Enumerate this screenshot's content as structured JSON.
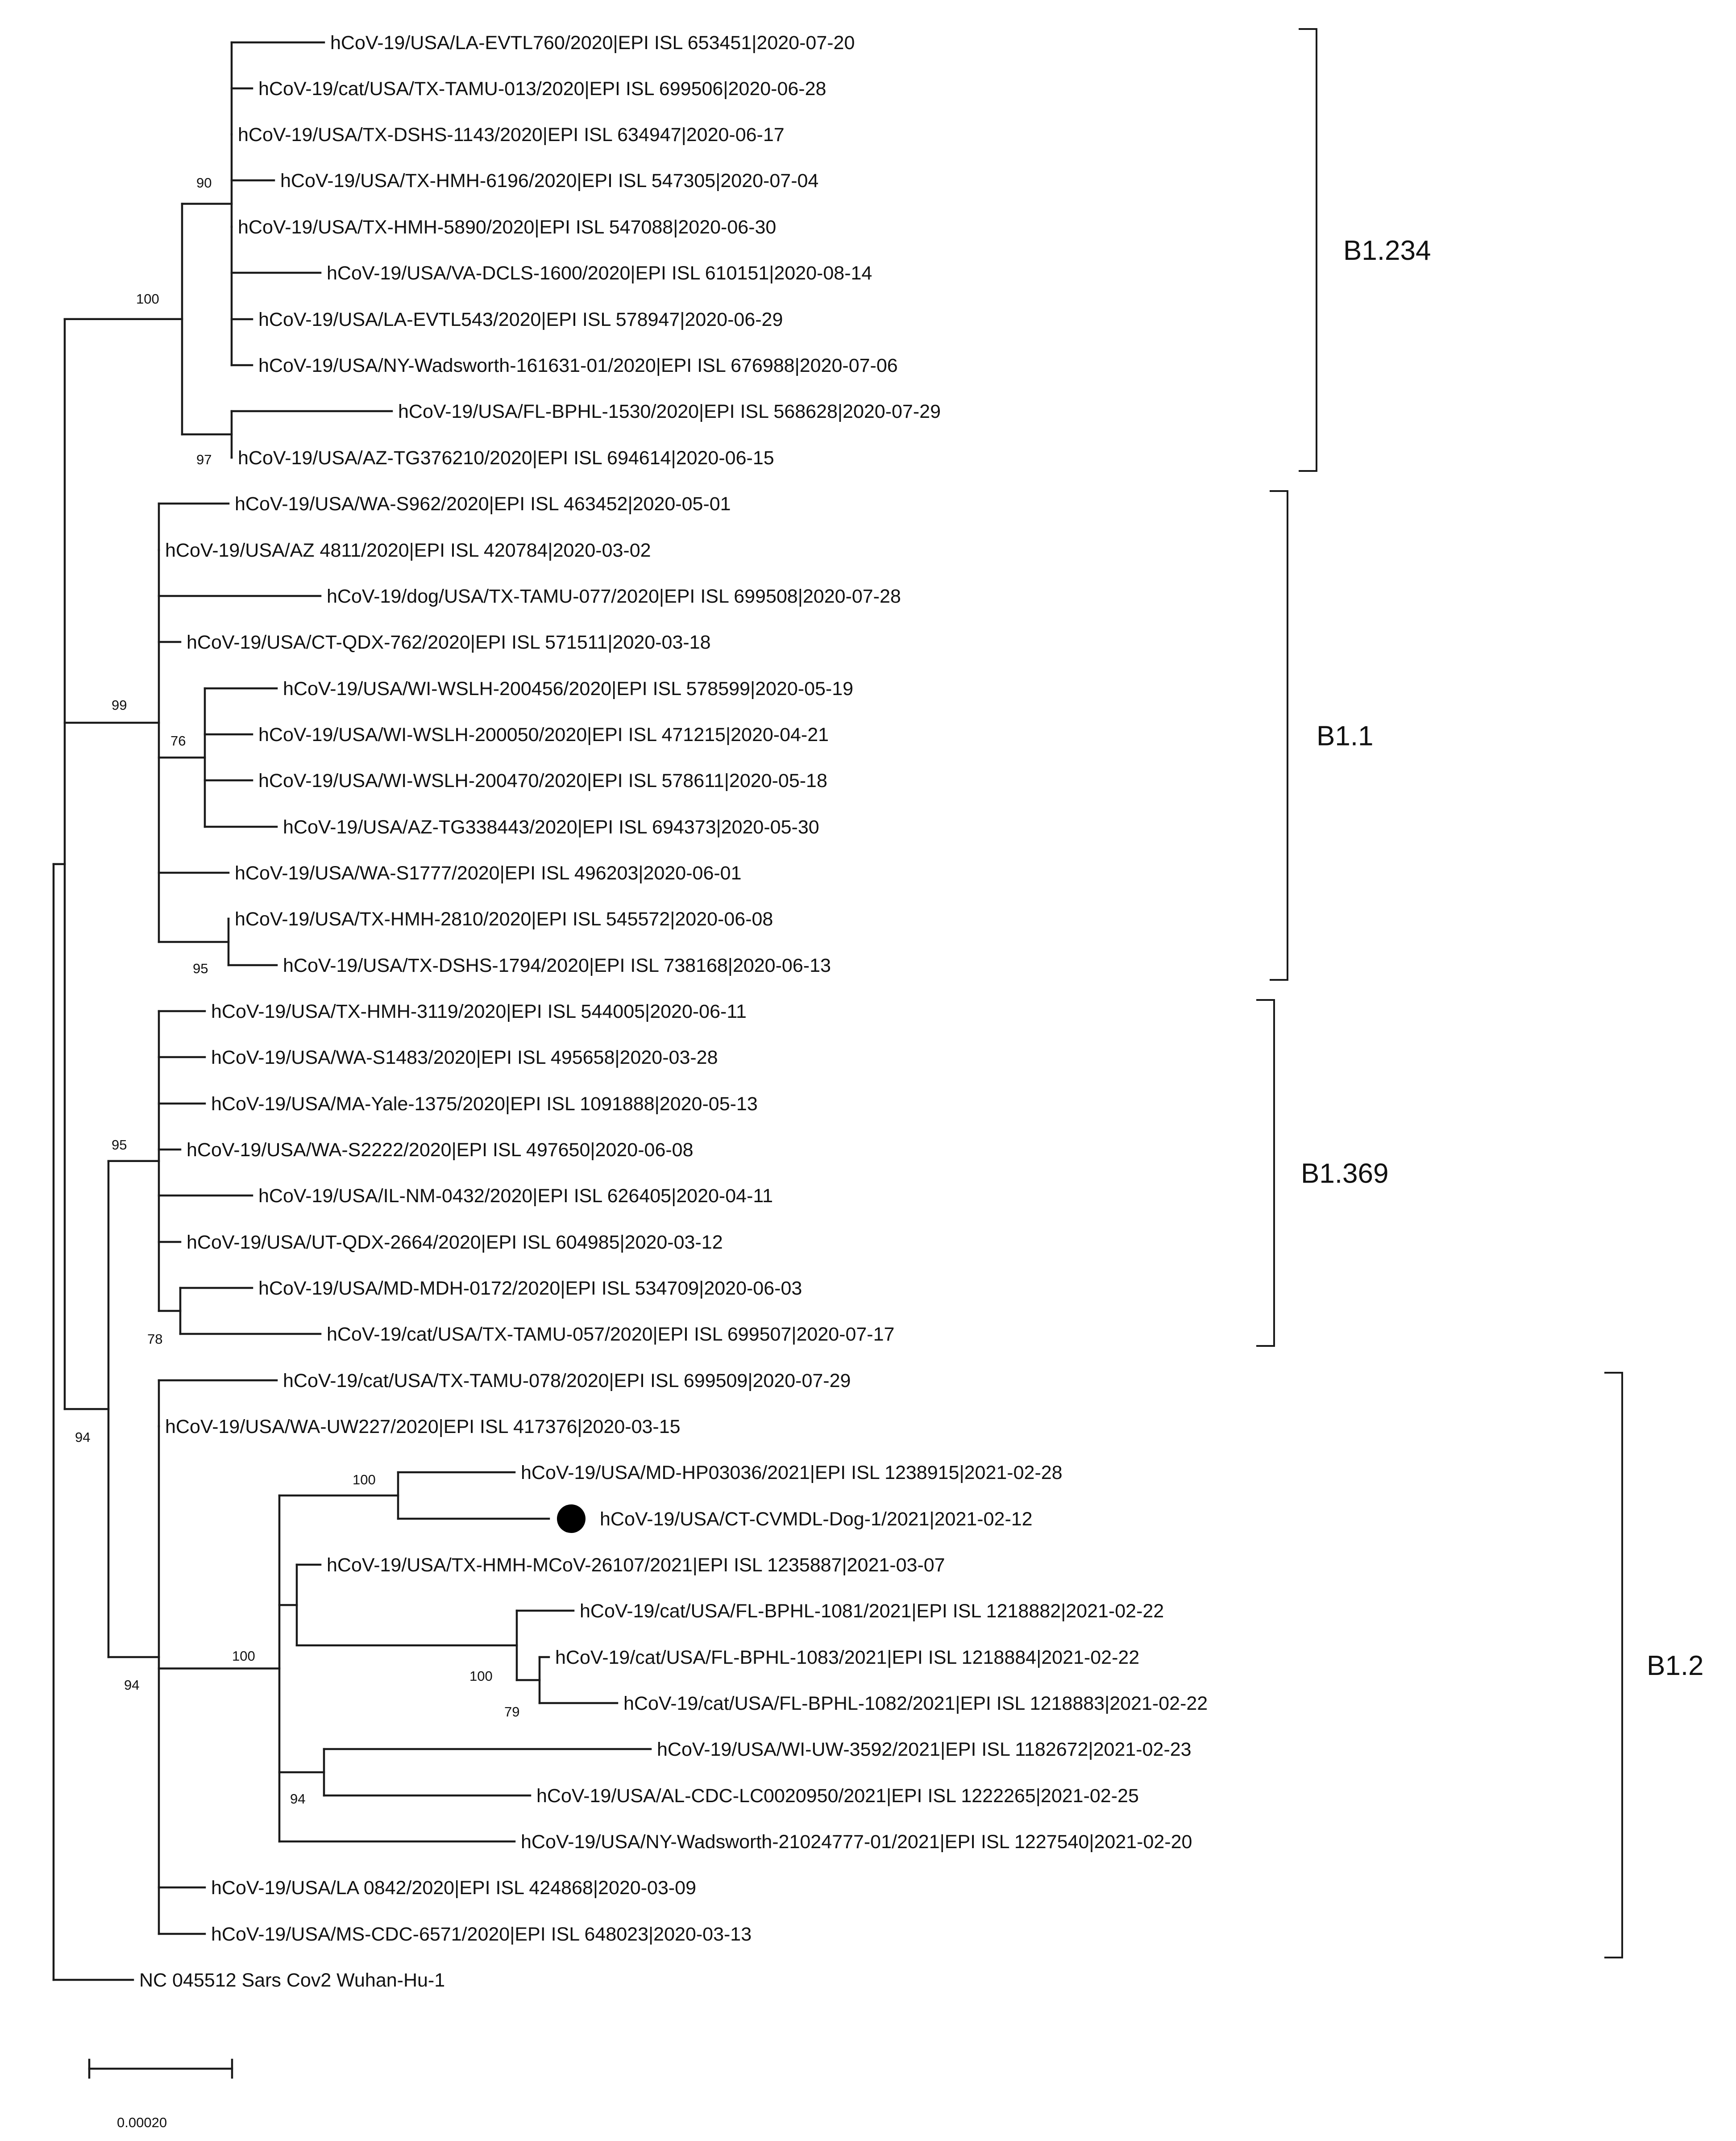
{
  "leaves": [
    {
      "id": "L1",
      "label": "hCoV-19/USA/LA-EVTL760/2020|EPI ISL 653451|2020-07-20"
    },
    {
      "id": "L2",
      "label": "hCoV-19/cat/USA/TX-TAMU-013/2020|EPI ISL 699506|2020-06-28"
    },
    {
      "id": "L3",
      "label": "hCoV-19/USA/TX-DSHS-1143/2020|EPI ISL 634947|2020-06-17"
    },
    {
      "id": "L4",
      "label": "hCoV-19/USA/TX-HMH-6196/2020|EPI ISL 547305|2020-07-04"
    },
    {
      "id": "L5",
      "label": "hCoV-19/USA/TX-HMH-5890/2020|EPI ISL 547088|2020-06-30"
    },
    {
      "id": "L6",
      "label": "hCoV-19/USA/VA-DCLS-1600/2020|EPI ISL 610151|2020-08-14"
    },
    {
      "id": "L7",
      "label": "hCoV-19/USA/LA-EVTL543/2020|EPI ISL 578947|2020-06-29"
    },
    {
      "id": "L8",
      "label": "hCoV-19/USA/NY-Wadsworth-161631-01/2020|EPI ISL 676988|2020-07-06"
    },
    {
      "id": "L9",
      "label": "hCoV-19/USA/FL-BPHL-1530/2020|EPI ISL 568628|2020-07-29"
    },
    {
      "id": "L10",
      "label": "hCoV-19/USA/AZ-TG376210/2020|EPI ISL 694614|2020-06-15"
    },
    {
      "id": "L11",
      "label": "hCoV-19/USA/WA-S962/2020|EPI ISL 463452|2020-05-01"
    },
    {
      "id": "L12",
      "label": "hCoV-19/USA/AZ 4811/2020|EPI ISL 420784|2020-03-02"
    },
    {
      "id": "L13",
      "label": "hCoV-19/dog/USA/TX-TAMU-077/2020|EPI ISL 699508|2020-07-28"
    },
    {
      "id": "L14",
      "label": "hCoV-19/USA/CT-QDX-762/2020|EPI ISL 571511|2020-03-18"
    },
    {
      "id": "L15",
      "label": "hCoV-19/USA/WI-WSLH-200456/2020|EPI ISL 578599|2020-05-19"
    },
    {
      "id": "L16",
      "label": "hCoV-19/USA/WI-WSLH-200050/2020|EPI ISL 471215|2020-04-21"
    },
    {
      "id": "L17",
      "label": "hCoV-19/USA/WI-WSLH-200470/2020|EPI ISL 578611|2020-05-18"
    },
    {
      "id": "L18",
      "label": "hCoV-19/USA/AZ-TG338443/2020|EPI ISL 694373|2020-05-30"
    },
    {
      "id": "L19",
      "label": "hCoV-19/USA/WA-S1777/2020|EPI ISL 496203|2020-06-01"
    },
    {
      "id": "L20",
      "label": "hCoV-19/USA/TX-HMH-2810/2020|EPI ISL 545572|2020-06-08"
    },
    {
      "id": "L21",
      "label": "hCoV-19/USA/TX-DSHS-1794/2020|EPI ISL 738168|2020-06-13"
    },
    {
      "id": "L22",
      "label": "hCoV-19/USA/TX-HMH-3119/2020|EPI ISL 544005|2020-06-11"
    },
    {
      "id": "L23",
      "label": "hCoV-19/USA/WA-S1483/2020|EPI ISL 495658|2020-03-28"
    },
    {
      "id": "L24",
      "label": "hCoV-19/USA/MA-Yale-1375/2020|EPI ISL 1091888|2020-05-13"
    },
    {
      "id": "L25",
      "label": "hCoV-19/USA/WA-S2222/2020|EPI ISL 497650|2020-06-08"
    },
    {
      "id": "L26",
      "label": "hCoV-19/USA/IL-NM-0432/2020|EPI ISL 626405|2020-04-11"
    },
    {
      "id": "L27",
      "label": "hCoV-19/USA/UT-QDX-2664/2020|EPI ISL 604985|2020-03-12"
    },
    {
      "id": "L28",
      "label": "hCoV-19/USA/MD-MDH-0172/2020|EPI ISL 534709|2020-06-03"
    },
    {
      "id": "L29",
      "label": "hCoV-19/cat/USA/TX-TAMU-057/2020|EPI ISL 699507|2020-07-17"
    },
    {
      "id": "L30",
      "label": "hCoV-19/cat/USA/TX-TAMU-078/2020|EPI ISL 699509|2020-07-29"
    },
    {
      "id": "L31",
      "label": "hCoV-19/USA/WA-UW227/2020|EPI ISL 417376|2020-03-15"
    },
    {
      "id": "L32",
      "label": "hCoV-19/USA/MD-HP03036/2021|EPI ISL 1238915|2021-02-28"
    },
    {
      "id": "L33",
      "label": "hCoV-19/USA/CT-CVMDL-Dog-1/2021|2021-02-12",
      "marker": "filled-circle"
    },
    {
      "id": "L34",
      "label": "hCoV-19/USA/TX-HMH-MCoV-26107/2021|EPI ISL 1235887|2021-03-07"
    },
    {
      "id": "L35",
      "label": "hCoV-19/cat/USA/FL-BPHL-1081/2021|EPI ISL 1218882|2021-02-22"
    },
    {
      "id": "L36",
      "label": "hCoV-19/cat/USA/FL-BPHL-1083/2021|EPI ISL 1218884|2021-02-22"
    },
    {
      "id": "L37",
      "label": "hCoV-19/cat/USA/FL-BPHL-1082/2021|EPI ISL 1218883|2021-02-22"
    },
    {
      "id": "L38",
      "label": "hCoV-19/USA/WI-UW-3592/2021|EPI ISL 1182672|2021-02-23"
    },
    {
      "id": "L39",
      "label": "hCoV-19/USA/AL-CDC-LC0020950/2021|EPI ISL 1222265|2021-02-25"
    },
    {
      "id": "L40",
      "label": "hCoV-19/USA/NY-Wadsworth-21024777-01/2021|EPI ISL 1227540|2021-02-20"
    },
    {
      "id": "L41",
      "label": "hCoV-19/USA/LA 0842/2020|EPI ISL 424868|2020-03-09"
    },
    {
      "id": "L42",
      "label": "hCoV-19/USA/MS-CDC-6571/2020|EPI ISL 648023|2020-03-13"
    },
    {
      "id": "L43",
      "label": "NC 045512 Sars Cov2 Wuhan-Hu-1"
    }
  ],
  "support_values": [
    {
      "node": "B1234_main",
      "value": "90"
    },
    {
      "node": "B1234_root",
      "value": "100"
    },
    {
      "node": "B1234_sub",
      "value": "97"
    },
    {
      "node": "B11_root",
      "value": "99"
    },
    {
      "node": "B11_wi",
      "value": "76"
    },
    {
      "node": "B11_tx",
      "value": "95"
    },
    {
      "node": "B1369_root",
      "value": "95"
    },
    {
      "node": "B1369_sub",
      "value": "78"
    },
    {
      "node": "B12_root",
      "value": "94"
    },
    {
      "node": "B12_2021",
      "value": "100"
    },
    {
      "node": "MD_CT",
      "value": "100"
    },
    {
      "node": "FL_cats",
      "value": "100"
    },
    {
      "node": "FL_pair",
      "value": "79"
    },
    {
      "node": "WI_AL",
      "value": "94"
    },
    {
      "node": "ingroup",
      "value": "94"
    }
  ],
  "clades": [
    {
      "id": "c1",
      "label": "B1.234"
    },
    {
      "id": "c2",
      "label": "B1.1"
    },
    {
      "id": "c3",
      "label": "B1.369"
    },
    {
      "id": "c4",
      "label": "B1.2"
    }
  ],
  "scale_bar": {
    "label": "0.00020"
  }
}
